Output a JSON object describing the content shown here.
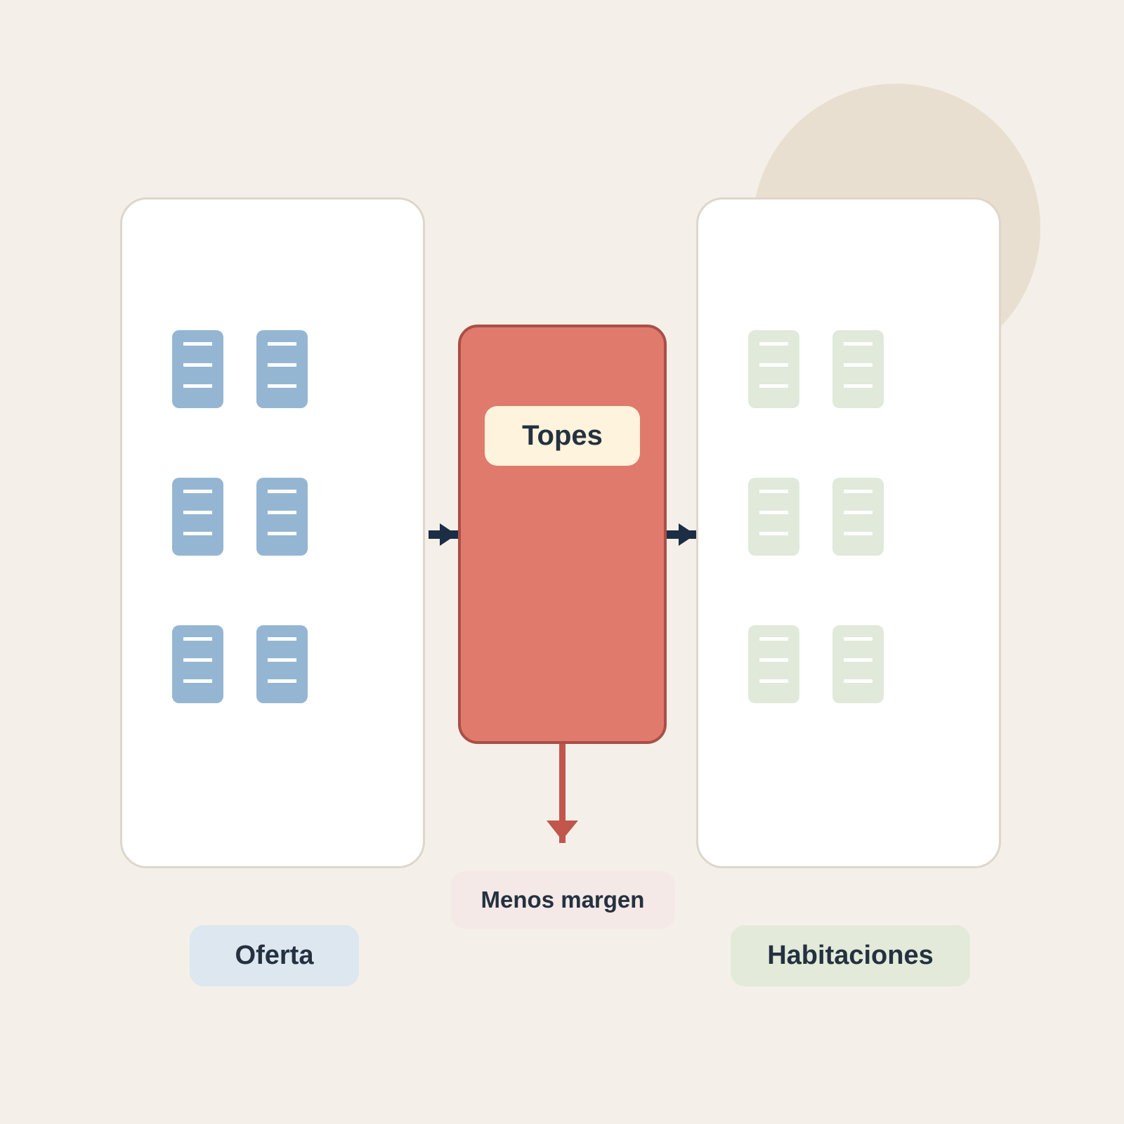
{
  "labels": {
    "filter": "Topes",
    "left_panel": "Oferta",
    "right_panel": "Habitaciones",
    "outcome": "Menos margen"
  },
  "colors": {
    "background": "#f4f0e9",
    "offer_docs": "#95b6d3",
    "room_docs": "#e0e9da",
    "filter_fill": "#e07a6c",
    "filter_border": "#a94f47",
    "arrow_dark": "#1c2e44",
    "arrow_red": "#c0564c"
  },
  "icons": {
    "document": "document-icon",
    "arrow": "arrow-right-icon",
    "down_arrow": "arrow-down-icon"
  }
}
